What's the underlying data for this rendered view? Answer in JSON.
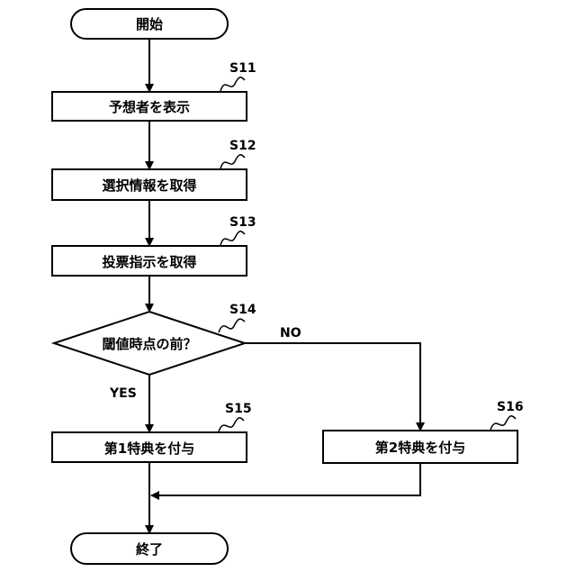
{
  "nodes": {
    "start": {
      "label": "開始"
    },
    "s11": {
      "label": "予想者を表示",
      "step": "S11"
    },
    "s12": {
      "label": "選択情報を取得",
      "step": "S12"
    },
    "s13": {
      "label": "投票指示を取得",
      "step": "S13"
    },
    "s14": {
      "label": "閾値時点の前？",
      "step": "S14"
    },
    "s15": {
      "label": "第1特典を付与",
      "step": "S15"
    },
    "s16": {
      "label": "第2特典を付与",
      "step": "S16"
    },
    "end": {
      "label": "終了"
    }
  },
  "branches": {
    "yes": "YES",
    "no": "NO"
  }
}
